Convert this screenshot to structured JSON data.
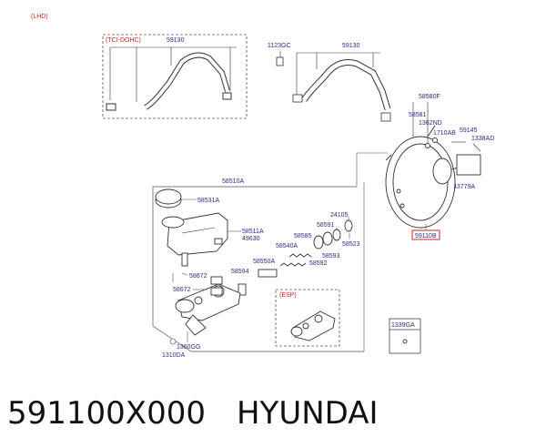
{
  "header": {
    "lhd_label": "(LHD)"
  },
  "tci_box": {
    "title": "(TCI-DOHC)",
    "part": "59130"
  },
  "esp_box": {
    "title": "(ESP)"
  },
  "detail_box": {
    "label": "1339GA"
  },
  "highlight_part": "59110B",
  "labels": {
    "p1123GC": "1123GC",
    "p59130": "59130",
    "p58580F": "58580F",
    "p58581": "58581",
    "p1362ND": "1362ND",
    "p1710AB": "1710AB",
    "p59145": "59145",
    "p1338AD": "1338AD",
    "p43779A": "43779A",
    "p58510A": "58510A",
    "p58531A": "58531A",
    "p58511A": "58511A",
    "p49630": "49630",
    "p24105": "24105",
    "p58591": "58591",
    "p58585": "58585",
    "p58523": "58523",
    "p58540A": "58540A",
    "p58593": "58593",
    "p58550A": "58550A",
    "p58592": "58592",
    "p58594": "58594",
    "p58672a": "58672",
    "p58672b": "58672",
    "p1360GG": "1360GG",
    "p1310DA": "1310DA"
  },
  "caption": {
    "part_number": "591100X000",
    "brand": "HYUNDAI"
  }
}
